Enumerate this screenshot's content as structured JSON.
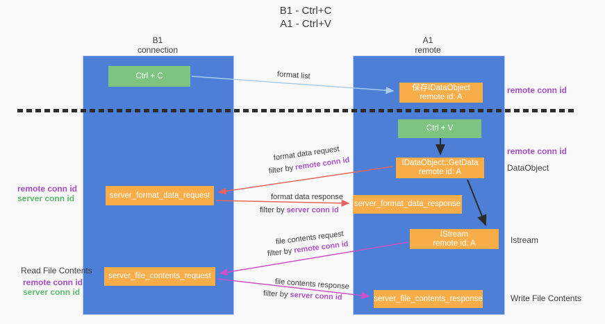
{
  "title": {
    "line1": "B1 - Ctrl+C",
    "line2": "A1 - Ctrl+V"
  },
  "colors": {
    "lifeline_blue": "#4d7fd6",
    "box_green": "#7cc47f",
    "box_orange": "#f9ad49",
    "arrow_red": "#e8645c",
    "arrow_magenta": "#ce4fc8",
    "arrow_lightblue": "#a8cdec",
    "arrow_black": "#2b2b2b",
    "text_purple": "#a64cc8",
    "text_green": "#5bba6e",
    "background": "#f9f9f9"
  },
  "lifelines": {
    "left": {
      "name": "B1",
      "role": "connection"
    },
    "right": {
      "name": "A1",
      "role": "remote"
    }
  },
  "boxes": {
    "ctrl_c": "Ctrl + C",
    "ctrl_v": "Ctrl + V",
    "save_idataobject": {
      "line1": "保存IDataObject",
      "line2": "remote id: A"
    },
    "getdata": {
      "line1": "IDataObject::GetData",
      "line2": "remote id: A"
    },
    "istream": {
      "line1": "IStream",
      "line2": "remote id: A"
    },
    "server_format_data_request": "server_format_data_request",
    "server_format_data_response": "server_format_data_response",
    "server_file_contents_request": "server_file_contents_request",
    "server_file_contents_response": "server_file_contents_response"
  },
  "annotations": {
    "right_top_remote_conn_id": "remote conn id",
    "right_mid_remote_conn_id": "remote conn id",
    "dataobject": "DataObject",
    "istream": "Istream",
    "write_file_contents": "Write File Contents",
    "read_file_contents": "Read File Contents",
    "left_group1": {
      "remote": "remote conn id",
      "server": "server conn id"
    },
    "left_group2": {
      "remote": "remote conn id",
      "server": "server conn id"
    }
  },
  "arrow_labels": {
    "format_list": "format list",
    "format_data_request": "format data request",
    "filter_remote_1": {
      "prefix": "filter by ",
      "id": "remote conn id"
    },
    "format_data_response": "format data response",
    "filter_server_1": {
      "prefix": "filter by ",
      "id": "server conn id"
    },
    "file_contents_request": "file contents request",
    "filter_remote_2": {
      "prefix": "filter by ",
      "id": "remote conn id"
    },
    "file_contents_response": "file contents response",
    "filter_server_2": {
      "prefix": "filter by ",
      "id": "server conn id"
    }
  }
}
